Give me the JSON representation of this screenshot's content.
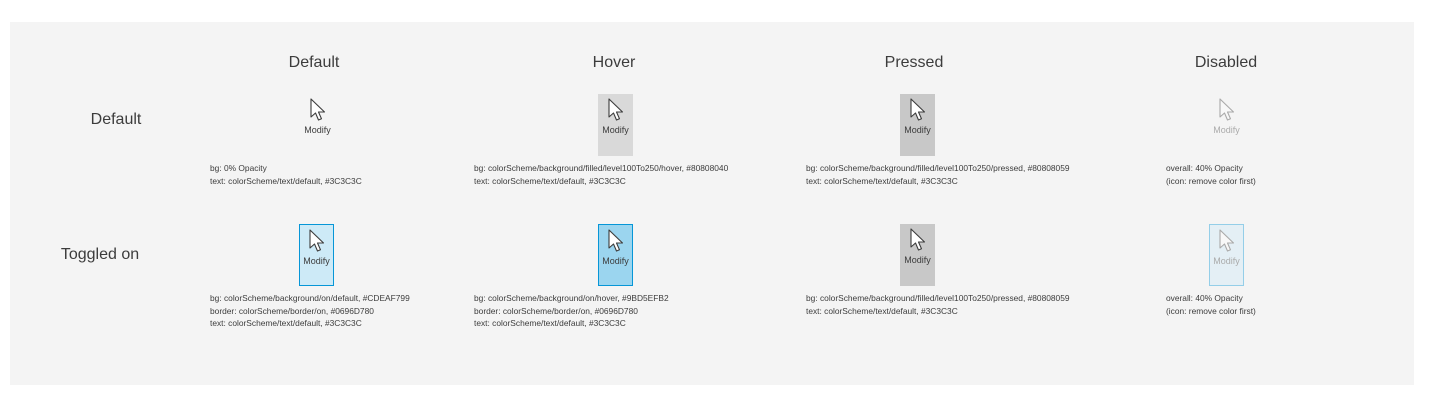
{
  "columns": [
    "Default",
    "Hover",
    "Pressed",
    "Disabled"
  ],
  "rows": [
    "Default",
    "Toggled on"
  ],
  "button_label": "Modify",
  "icon": "cursor-arrow-icon",
  "colors": {
    "text": "#3C3C3C",
    "hover_bg": "#80808040",
    "pressed_bg": "#80808059",
    "on_bg": "#CDEAF799",
    "on_hover_bg": "#9BD5EFB2",
    "on_border": "#0696D780"
  },
  "specs": {
    "default_default": [
      "bg: 0% Opacity",
      "text: colorScheme/text/default, #3C3C3C"
    ],
    "default_hover": [
      "bg: colorScheme/background/filled/level100To250/hover, #80808040",
      "text: colorScheme/text/default, #3C3C3C"
    ],
    "default_pressed": [
      "bg: colorScheme/background/filled/level100To250/pressed, #80808059",
      "text: colorScheme/text/default, #3C3C3C"
    ],
    "default_disabled": [
      "overall: 40% Opacity",
      "(icon: remove color first)"
    ],
    "toggled_default": [
      "bg: colorScheme/background/on/default, #CDEAF799",
      "border: colorScheme/border/on, #0696D780",
      "text: colorScheme/text/default, #3C3C3C"
    ],
    "toggled_hover": [
      "bg: colorScheme/background/on/hover, #9BD5EFB2",
      "border: colorScheme/border/on, #0696D780",
      "text: colorScheme/text/default, #3C3C3C"
    ],
    "toggled_pressed": [
      "bg: colorScheme/background/filled/level100To250/pressed, #80808059",
      "text: colorScheme/text/default, #3C3C3C"
    ],
    "toggled_disabled": [
      "overall: 40% Opacity",
      "(icon: remove color first)"
    ]
  }
}
